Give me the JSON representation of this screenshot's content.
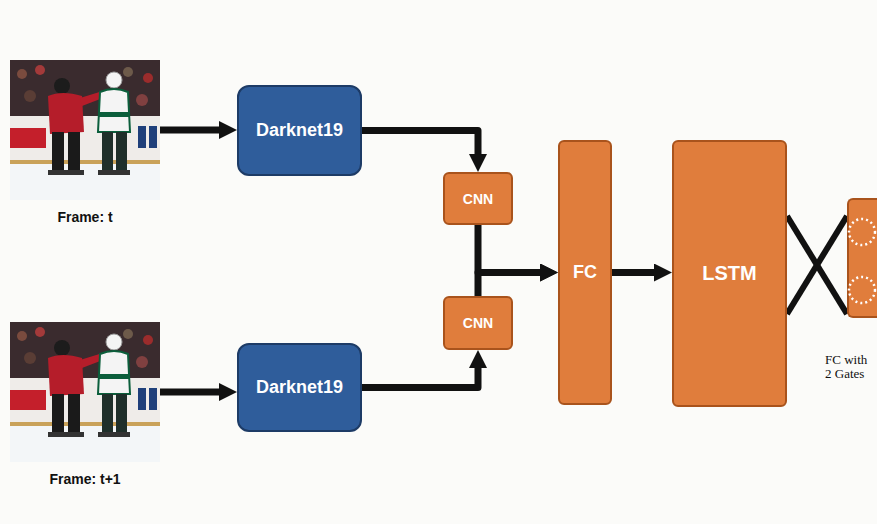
{
  "diagram": {
    "nodes": [
      {
        "text": [
          "Frame: t"
        ]
      },
      {
        "text": [
          "Darknet19"
        ]
      },
      {
        "text": [
          "CNN"
        ]
      },
      {
        "text": [
          "Frame: t+1"
        ]
      },
      {
        "text": [
          "Darknet19"
        ]
      },
      {
        "text": [
          "CNN"
        ]
      },
      {
        "text": [
          "FC"
        ]
      },
      {
        "text": [
          "LSTM"
        ]
      },
      {
        "text": [
          "FC with 2 Gates"
        ]
      }
    ],
    "edges": [
      {
        "from": 0,
        "to": 1,
        "arrow": "to"
      },
      {
        "from": 1,
        "to": 2,
        "arrow": "to"
      },
      {
        "from": 3,
        "to": 4,
        "arrow": "to"
      },
      {
        "from": 4,
        "to": 5,
        "arrow": "to"
      },
      {
        "from": 2,
        "to": 6,
        "arrow": "to"
      },
      {
        "from": 5,
        "to": 6,
        "arrow": "to"
      },
      {
        "from": 6,
        "to": 7,
        "arrow": "to"
      },
      {
        "from": 7,
        "to": 8,
        "arrow": "none"
      },
      {
        "from": 7,
        "to": 8,
        "arrow": "none"
      }
    ]
  }
}
